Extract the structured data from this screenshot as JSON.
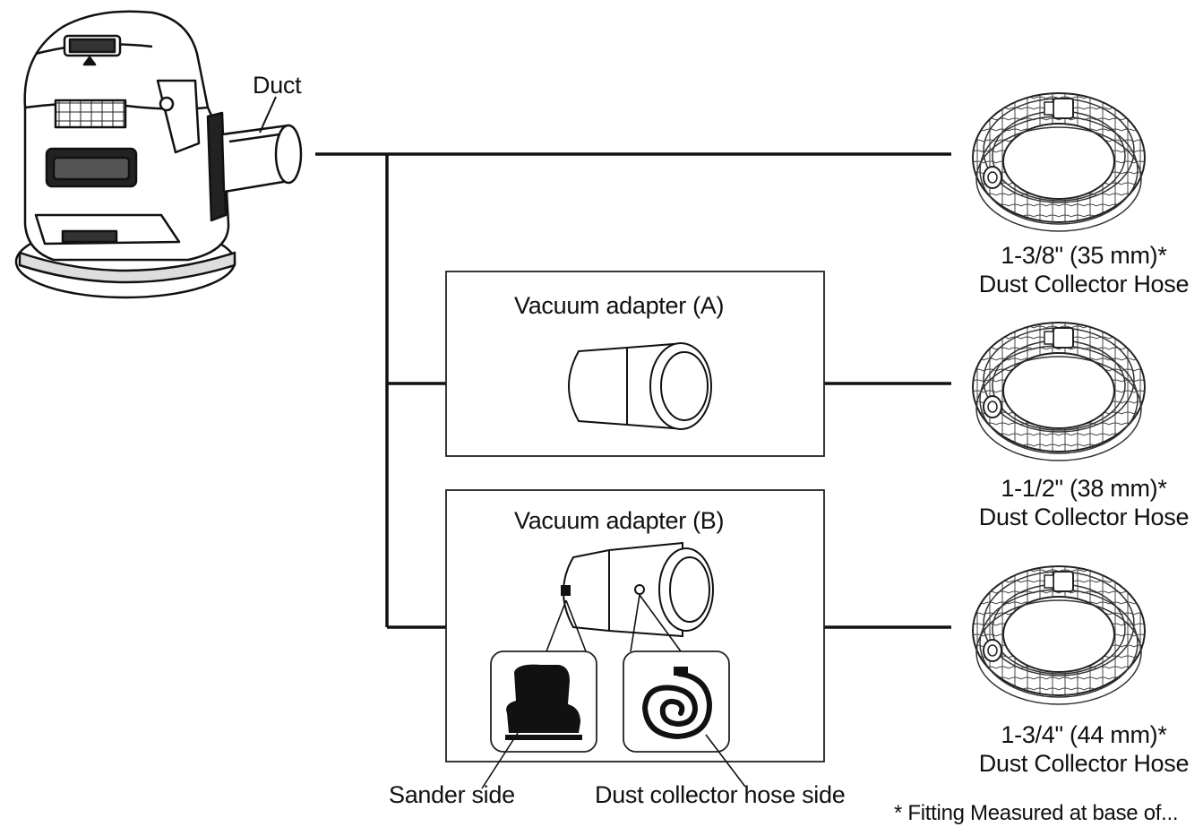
{
  "labels": {
    "duct": "Duct",
    "adapter_a": "Vacuum adapter (A)",
    "adapter_b": "Vacuum adapter (B)",
    "sander_side": "Sander side",
    "hose_side": "Dust collector hose side"
  },
  "hoses": [
    {
      "size": "1-3/8\" (35 mm)*",
      "name": "Dust Collector Hose"
    },
    {
      "size": "1-1/2\" (38 mm)*",
      "name": "Dust Collector Hose"
    },
    {
      "size": "1-3/4\" (44 mm)*",
      "name": "Dust Collector Hose"
    }
  ],
  "footnote": "* Fitting Measured at base of..."
}
